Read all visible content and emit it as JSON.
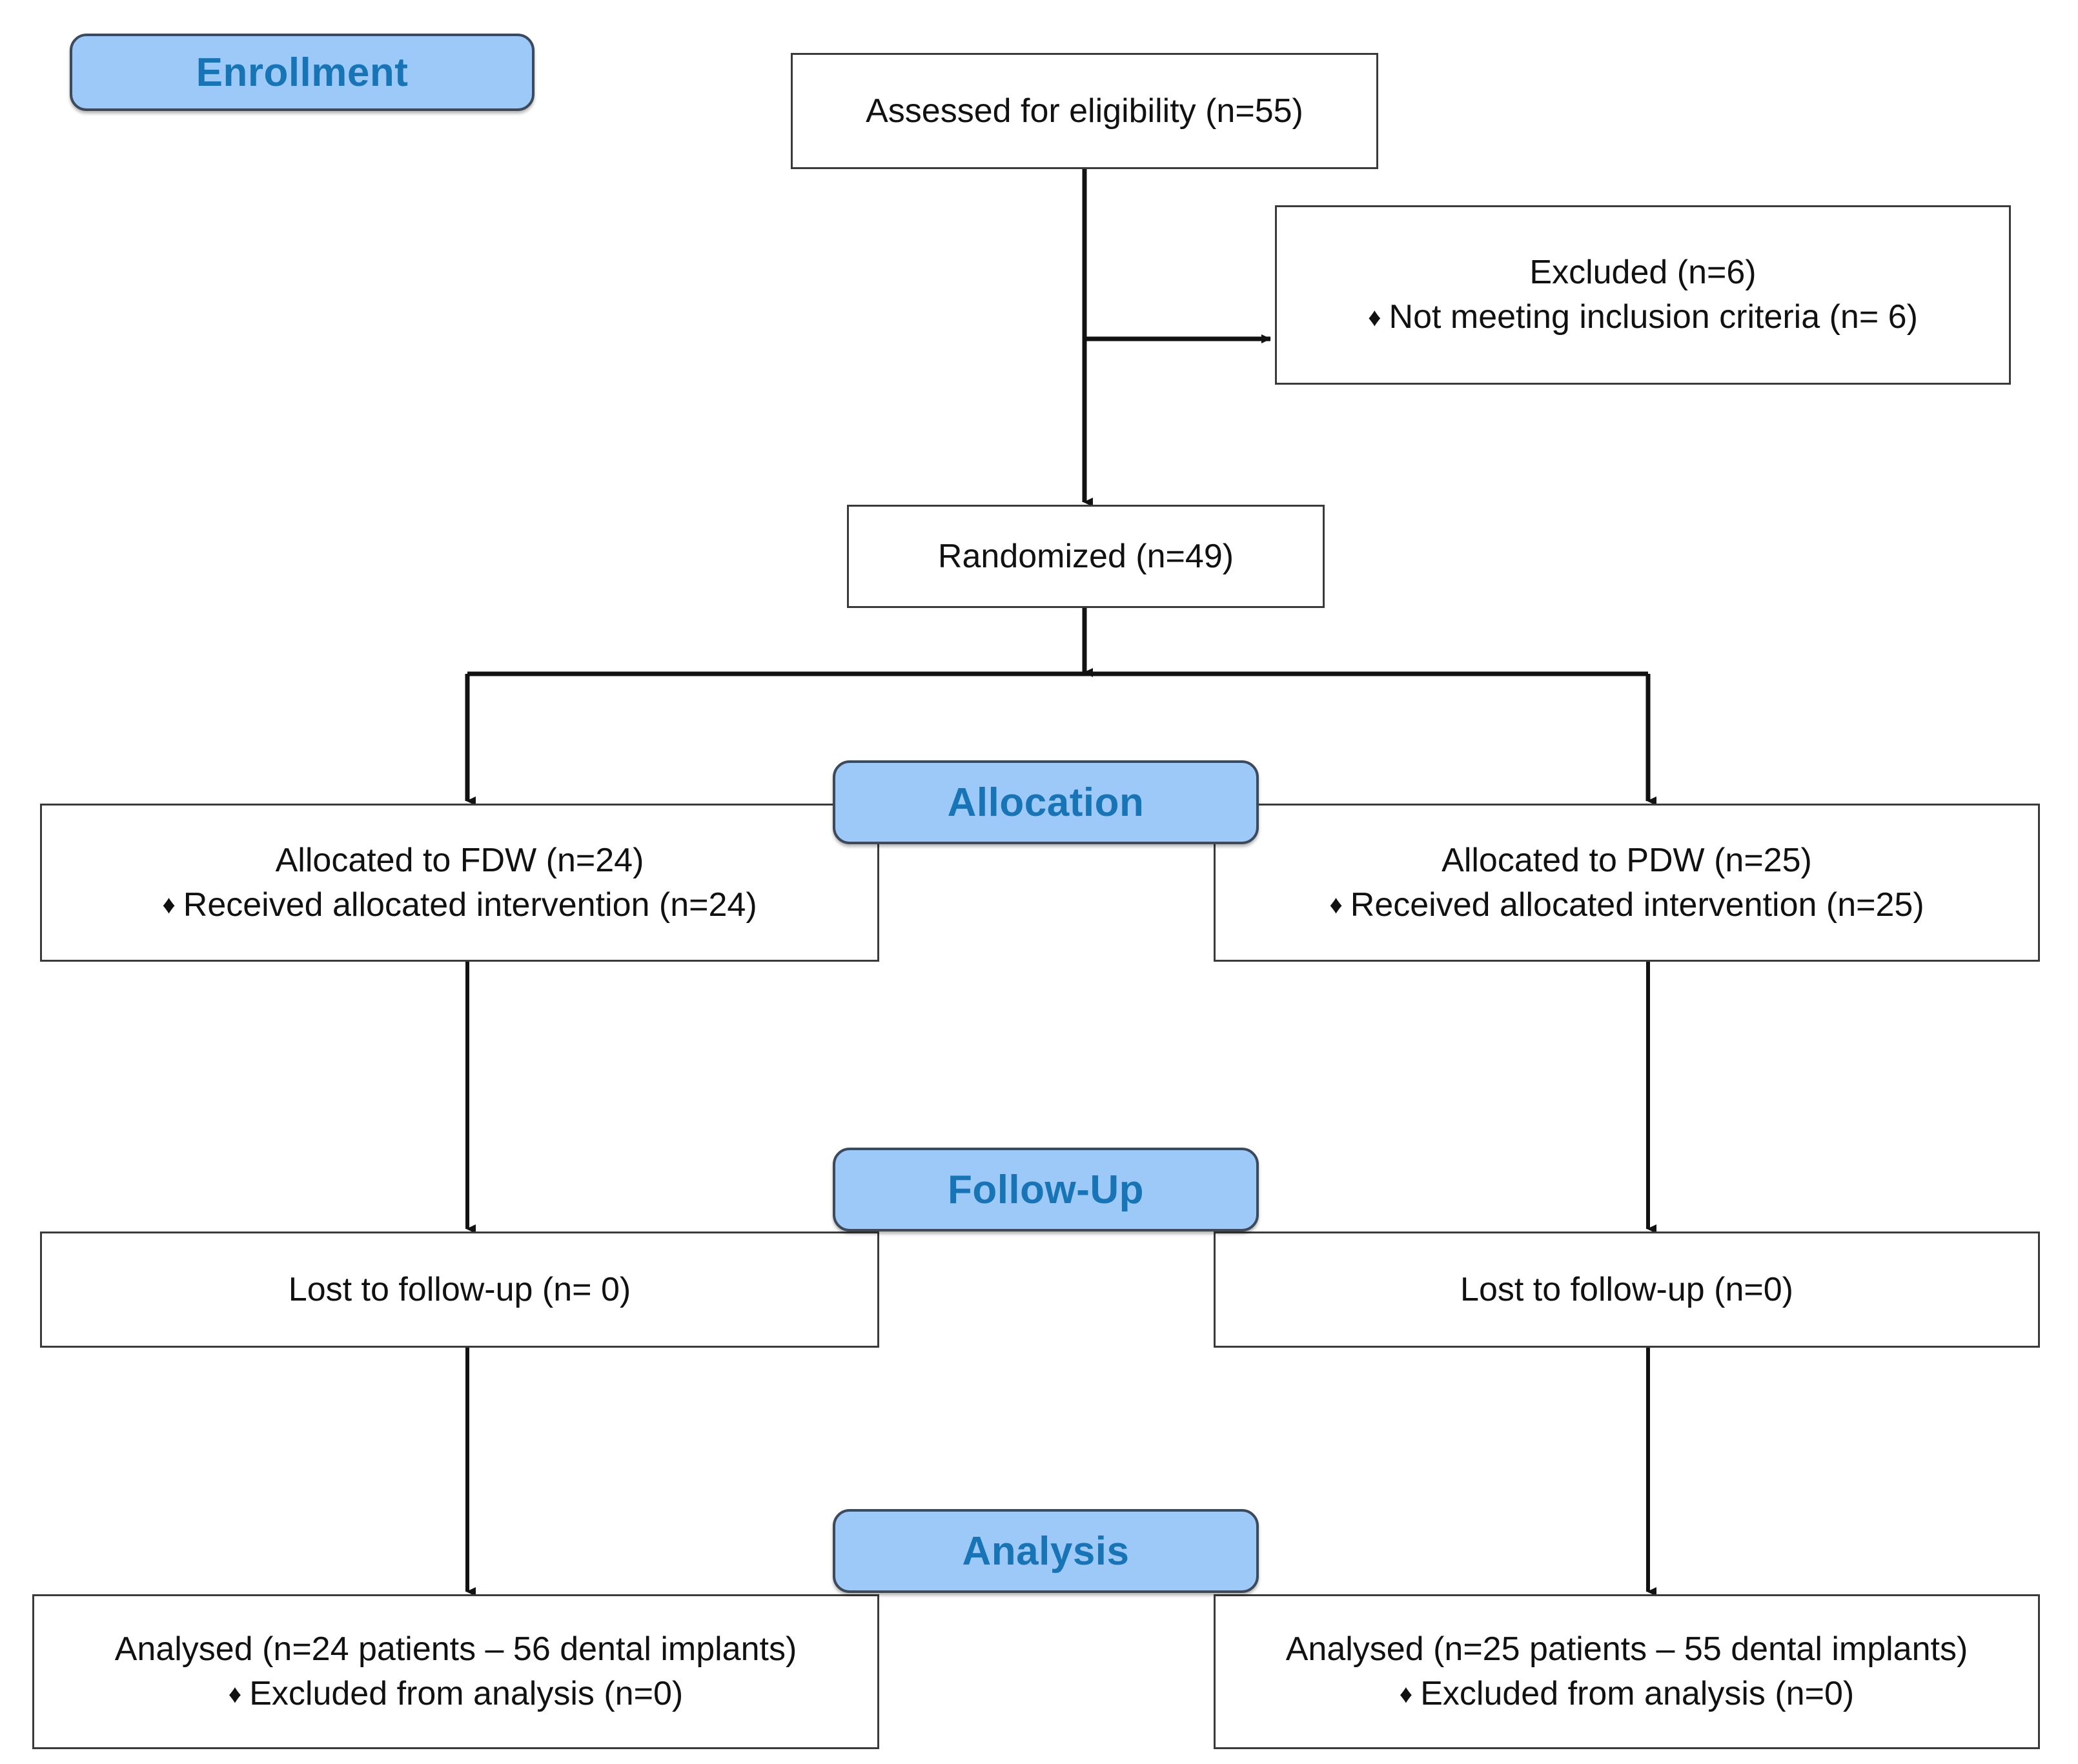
{
  "diagram": {
    "title": "CONSORT participant flow diagram",
    "colors": {
      "stage_fill": "#9CC9F7",
      "stage_text": "#1874B4",
      "stage_border": "#3d4a5c",
      "box_border": "#3a3a3a",
      "box_text": "#111111",
      "connector": "#1a1a1a",
      "background": "#ffffff"
    }
  },
  "stages": {
    "enrollment": "Enrollment",
    "allocation": "Allocation",
    "followup": "Follow-Up",
    "analysis": "Analysis"
  },
  "nodes": {
    "assessed": {
      "lines": [
        "Assessed for eligibility (n=55)"
      ]
    },
    "excluded": {
      "heading": "Excluded (n=6)",
      "bullets": [
        "Not meeting inclusion criteria (n= 6)"
      ],
      "bullet_glyph": "♦"
    },
    "randomized": {
      "lines": [
        "Randomized (n=49)"
      ]
    },
    "allocation_left": {
      "heading": "Allocated to FDW (n=24)",
      "bullets": [
        "Received allocated intervention (n=24)"
      ],
      "bullet_glyph": "♦"
    },
    "allocation_right": {
      "heading": "Allocated to PDW (n=25)",
      "bullets": [
        "Received allocated intervention (n=25)"
      ],
      "bullet_glyph": "♦"
    },
    "followup_left": {
      "lines": [
        "Lost to follow-up (n= 0)"
      ]
    },
    "followup_right": {
      "lines": [
        "Lost to follow-up (n=0)"
      ]
    },
    "analysis_left": {
      "heading": "Analysed (n=24 patients – 56 dental implants)",
      "bullets": [
        "Excluded from analysis (n=0)"
      ],
      "bullet_glyph": "♦"
    },
    "analysis_right": {
      "heading": "Analysed (n=25 patients – 55 dental implants)",
      "bullets": [
        "Excluded from analysis (n=0)"
      ],
      "bullet_glyph": "♦"
    }
  },
  "flow": {
    "arrows": [
      "assessed-to-randomized",
      "assessed-to-excluded",
      "randomized-split",
      "split-to-allocation-left",
      "split-to-allocation-right",
      "allocation-left-to-followup-left",
      "allocation-right-to-followup-right",
      "followup-left-to-analysis-left",
      "followup-right-to-analysis-right"
    ]
  }
}
